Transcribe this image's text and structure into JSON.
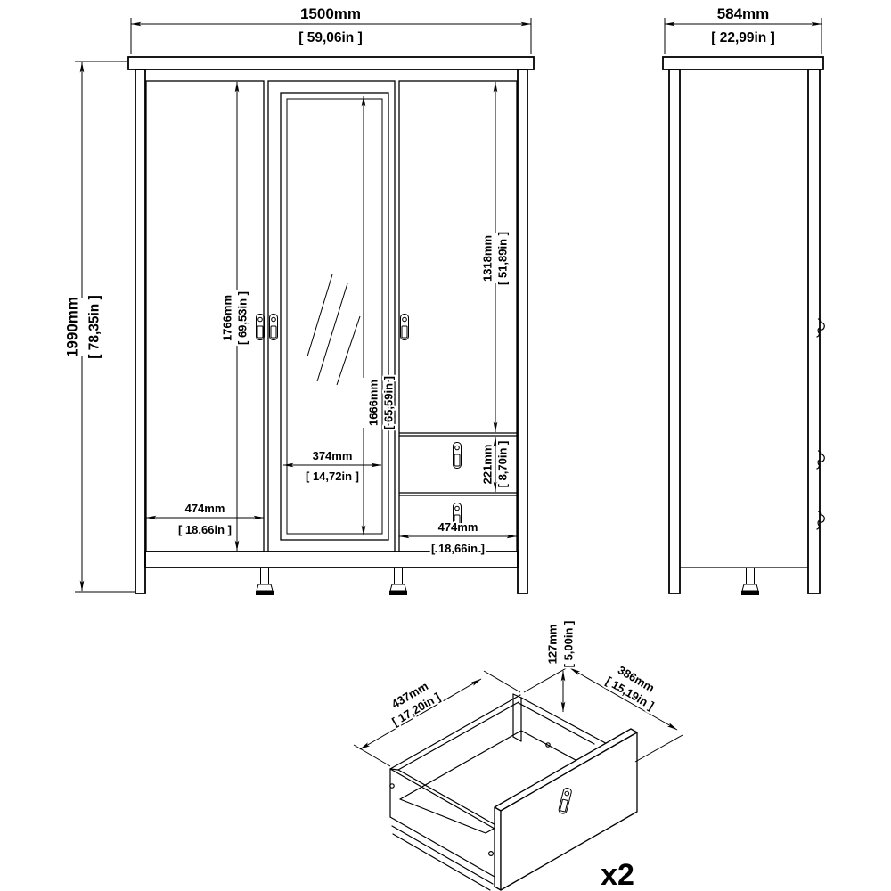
{
  "drawing": {
    "front_view": {
      "overall_width_mm": "1500mm",
      "overall_width_in": "[ 59,06in ]",
      "overall_height_mm": "1990mm",
      "overall_height_in": "[ 78,35in ]",
      "door_height_mm": "1766mm",
      "door_height_in": "[ 69,53in ]",
      "mirror_height_mm": "1666mm",
      "mirror_height_in": "[ 65,59in ]",
      "right_door_height_mm": "1318mm",
      "right_door_height_in": "[ 51,89in ]",
      "mirror_width_mm": "374mm",
      "mirror_width_in": "[ 14,72in ]",
      "left_door_width_mm": "474mm",
      "left_door_width_in": "[ 18,66in ]",
      "drawer_front_height_mm": "221mm",
      "drawer_front_height_in": "[ 8,70in ]",
      "drawer_front_width_mm": "474mm",
      "drawer_front_width_in": "[ 18,66in ]"
    },
    "side_view": {
      "depth_mm": "584mm",
      "depth_in": "[ 22,99in ]"
    },
    "drawer_detail": {
      "inner_width_mm": "437mm",
      "inner_width_in": "[ 17,20in ]",
      "inner_depth_mm": "386mm",
      "inner_depth_in": "[ 15,19in ]",
      "front_height_mm": "127mm",
      "front_height_in": "[ 5,00in ]",
      "quantity_label": "x2"
    }
  }
}
